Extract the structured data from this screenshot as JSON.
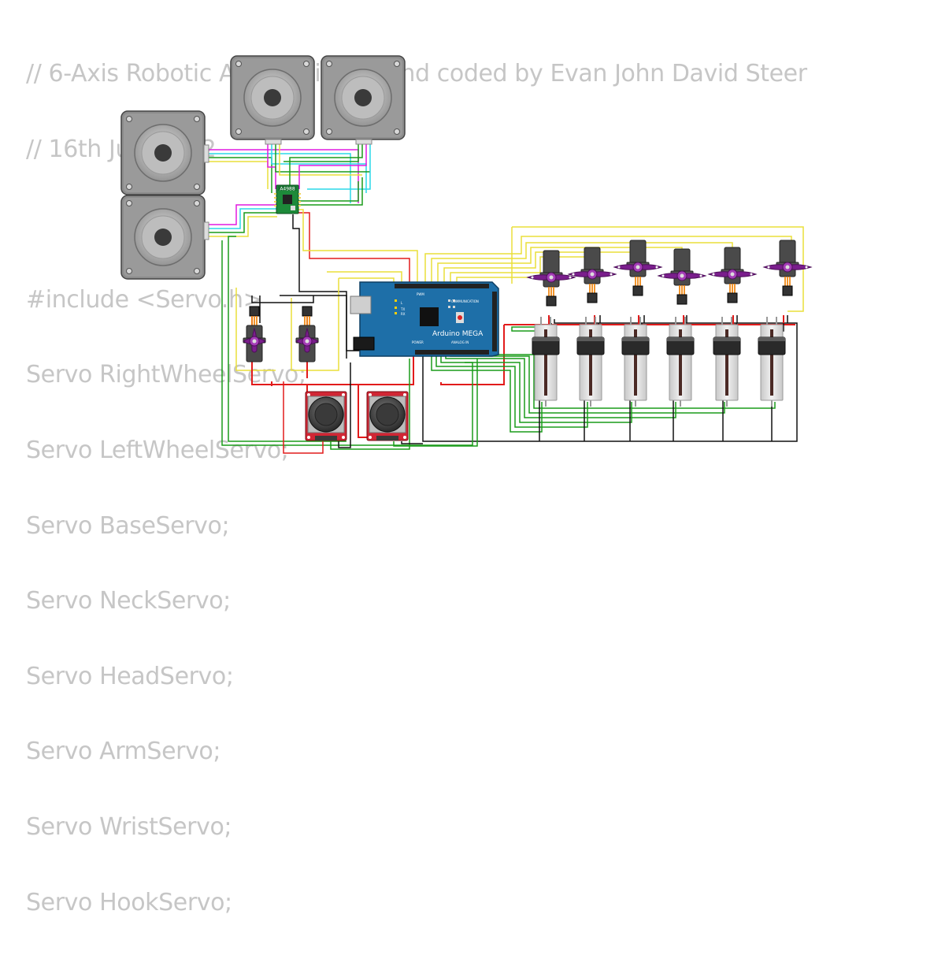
{
  "code_lines": [
    "// 6-Axis Robotic Arm designed and coded by Evan John David Steer",
    "// 16th July 2022",
    "",
    "#include <Servo.h>",
    "Servo RightWheelServo;",
    "Servo LeftWheelServo;",
    "Servo BaseServo;",
    "Servo NeckServo;",
    "Servo HeadServo;",
    "Servo ArmServo;",
    "Servo WristServo;",
    "Servo HookServo;"
  ],
  "driver_label": "A4988",
  "arduino": {
    "name": "Arduino MEGA",
    "label_pwm": "PWM",
    "label_communication": "COMMUNICATION",
    "label_power": "POWER",
    "label_analog": "ANALOG IN",
    "label_tx": "TX",
    "label_rx": "RX",
    "label_l": "L"
  },
  "wire_colors": {
    "red": "#e21b1b",
    "black": "#111111",
    "green": "#1a9b1a",
    "yellow": "#eadf3a",
    "magenta": "#e11be1",
    "cyan": "#2ad8e8",
    "orange": "#f08a18"
  },
  "component_colors": {
    "board": "#1e6fa8",
    "servo": "#4a4a4a",
    "horn": "#7a1e8c",
    "joystick_pcb": "#d12634",
    "stepper": "#8c8c8c"
  }
}
